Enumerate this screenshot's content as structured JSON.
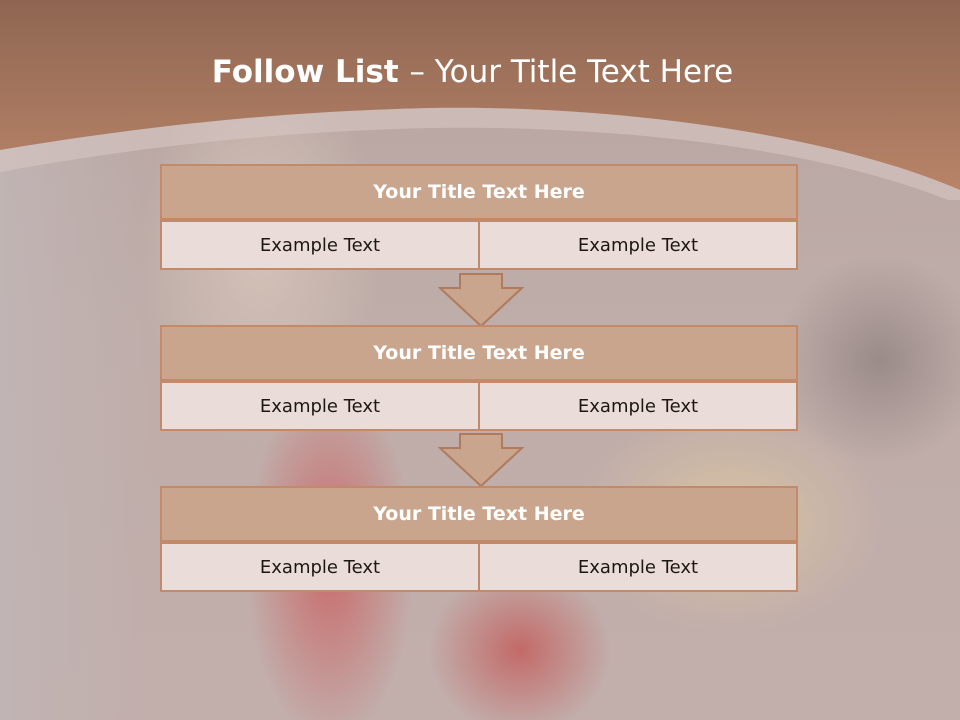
{
  "slide": {
    "title_bold": "Follow List ",
    "title_rest": " – Your Title Text Here",
    "blocks": [
      {
        "title": "Your Title Text Here",
        "left": "Example Text",
        "right": "Example Text"
      },
      {
        "title": "Your Title Text Here",
        "left": "Example Text",
        "right": "Example Text"
      },
      {
        "title": "Your Title Text Here",
        "left": "Example Text",
        "right": "Example Text"
      }
    ]
  },
  "colors": {
    "header": "#a27360",
    "title_fill": "#c9a58e",
    "border": "#c38a69",
    "cell_fill": "#eadcd9"
  }
}
